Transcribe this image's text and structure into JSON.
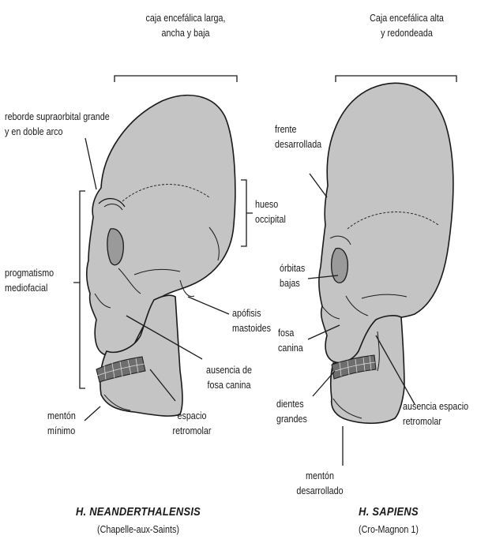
{
  "colors": {
    "bone": "#c4c4c4",
    "ink": "#1a1a1a",
    "teeth": "#6e6e6e",
    "bg": "#ffffff"
  },
  "neanderthal": {
    "title": "H. NEANDERTHALENSIS",
    "subtitle": "(Chapelle-aux-Saints)",
    "labels": {
      "cranium": "caja encefálica larga,\nancha y baja",
      "brow": "reborde supraorbital grande\ny en doble arco",
      "occipital": "hueso\noccipital",
      "prognathism": "progmatismo\nmediofacial",
      "mastoid": "apófisis\nmastoides",
      "canine_fossa": "ausencia de\nfosa canina",
      "retromolar": "espacio\nretromolar",
      "chin": "mentón\nmínimo"
    }
  },
  "sapiens": {
    "title": "H. SAPIENS",
    "subtitle": "(Cro-Magnon 1)",
    "labels": {
      "cranium": "Caja encefálica alta\ny redondeada",
      "forehead": "frente\ndesarrollada",
      "orbits": "órbitas\nbajas",
      "canine_fossa": "fosa\ncanina",
      "teeth": "dientes\ngrandes",
      "retromolar": "ausencia espacio\nretromolar",
      "chin": "mentón\ndesarrollado"
    }
  }
}
